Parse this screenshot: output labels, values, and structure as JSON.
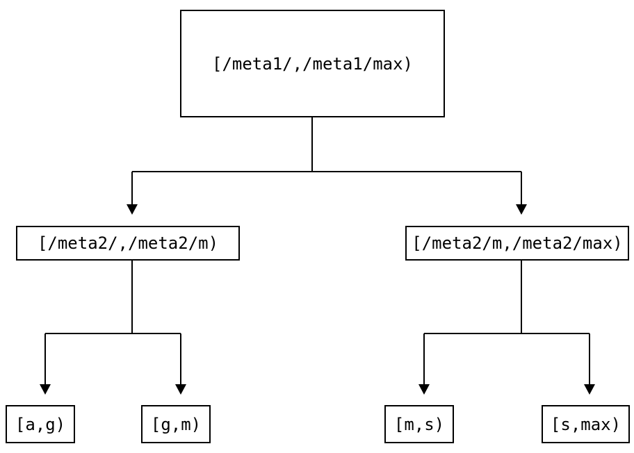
{
  "diagram": {
    "type": "interval-partition-tree",
    "background_color": "#ffffff",
    "line_color": "#000000",
    "text_color": "#000000",
    "nodes": {
      "root": {
        "label": "[/meta1/,/meta1/max)"
      },
      "meta2_low": {
        "label": "[/meta2/,/meta2/m)"
      },
      "meta2_high": {
        "label": "[/meta2/m,/meta2/max)"
      },
      "leaf_ag": {
        "label": "[a,g)"
      },
      "leaf_gm": {
        "label": "[g,m)"
      },
      "leaf_ms": {
        "label": "[m,s)"
      },
      "leaf_smax": {
        "label": "[s,max)"
      }
    },
    "edges": [
      {
        "from": "[/meta1/,/meta1/max)",
        "to": "[/meta2/,/meta2/m)"
      },
      {
        "from": "[/meta1/,/meta1/max)",
        "to": "[/meta2/m,/meta2/max)"
      },
      {
        "from": "[/meta2/,/meta2/m)",
        "to": "[a,g)"
      },
      {
        "from": "[/meta2/,/meta2/m)",
        "to": "[g,m)"
      },
      {
        "from": "[/meta2/m,/meta2/max)",
        "to": "[m,s)"
      },
      {
        "from": "[/meta2/m,/meta2/max)",
        "to": "[s,max)"
      }
    ]
  }
}
